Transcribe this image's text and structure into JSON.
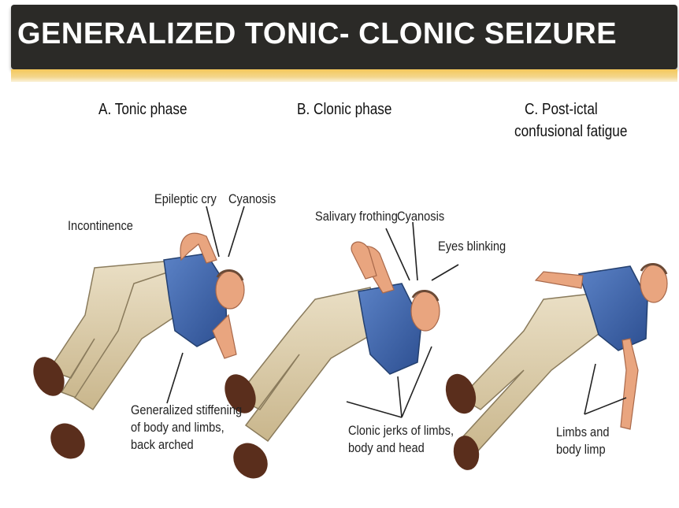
{
  "title": "GENERALIZED TONIC- CLONIC SEIZURE",
  "phases": {
    "a": {
      "heading": "A. Tonic phase"
    },
    "b": {
      "heading": "B. Clonic phase"
    },
    "c": {
      "heading_line1": "C. Post-ictal",
      "heading_line2": "confusional fatigue"
    }
  },
  "labels": {
    "incontinence": "Incontinence",
    "epileptic_cry": "Epileptic cry",
    "cyanosis_a": "Cyanosis",
    "stiffening_1": "Generalized stiffening",
    "stiffening_2": "of body and limbs,",
    "stiffening_3": "back arched",
    "salivary_frothing": "Salivary frothing",
    "cyanosis_b": "Cyanosis",
    "eyes_blinking": "Eyes blinking",
    "clonic_jerks_1": "Clonic jerks of limbs,",
    "clonic_jerks_2": "body and head",
    "limbs_limp_1": "Limbs and",
    "limbs_limp_2": "body limp"
  },
  "colors": {
    "title_bar": "#2b2a27",
    "accent": "#f5c85a",
    "shirt": "#3d63a8",
    "pants": "#d8c8a4",
    "skin": "#e9a57f",
    "shoe": "#5a2e1c"
  }
}
